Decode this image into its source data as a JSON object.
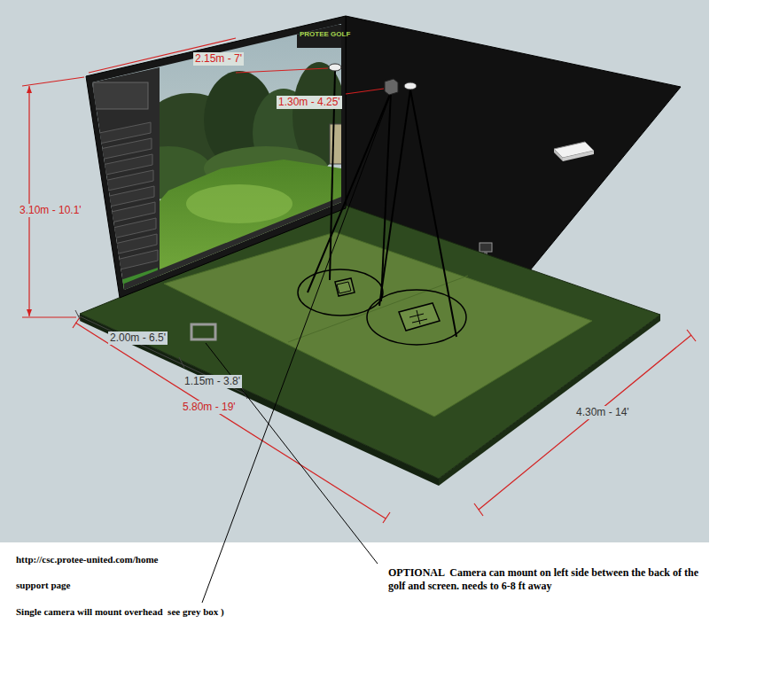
{
  "diagram": {
    "labels": [
      "2.15m - 7'",
      "1.30m - 4.25'",
      "PROTEE GOLF",
      "3.10m - 10.1'",
      "2.00m - 6.5'",
      "1.15m - 3.8'",
      "5.80m - 19'",
      "4.30m - 14'",
      "http://csc.protee-united.com/home",
      "OPTIONAL  Camera can mount on left side between the back of the golf and screen. needs to 6-8 ft away",
      "support page",
      "Single camera will mount overhead  see grey box )"
    ]
  }
}
